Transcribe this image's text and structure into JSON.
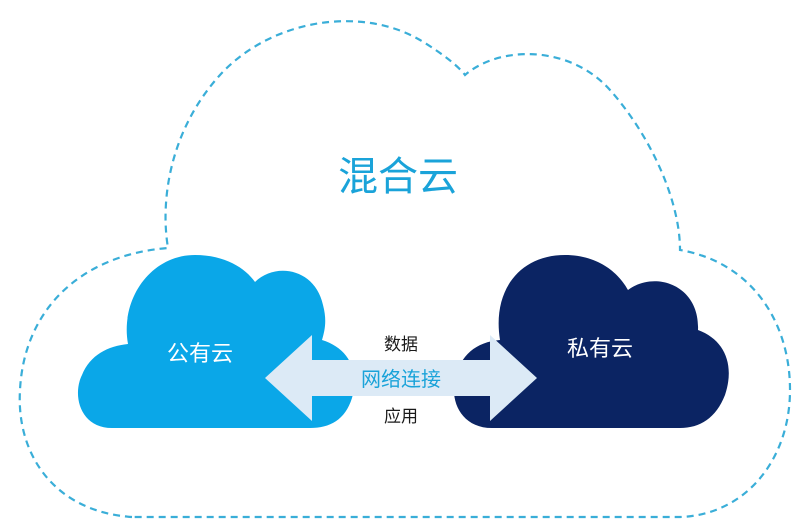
{
  "diagram": {
    "title": "混合云",
    "public_cloud": {
      "label": "公有云"
    },
    "private_cloud": {
      "label": "私有云"
    },
    "connection": {
      "label": "网络连接",
      "above": "数据",
      "below": "应用"
    }
  },
  "colors": {
    "outline_dash": "#3aaed8",
    "title": "#1aa3d9",
    "public_cloud": "#0aa7e8",
    "private_cloud": "#0b2463",
    "arrow_fill": "#dceaf6",
    "arrow_text": "#1aa3d9",
    "side_text": "#1a1a1a"
  }
}
